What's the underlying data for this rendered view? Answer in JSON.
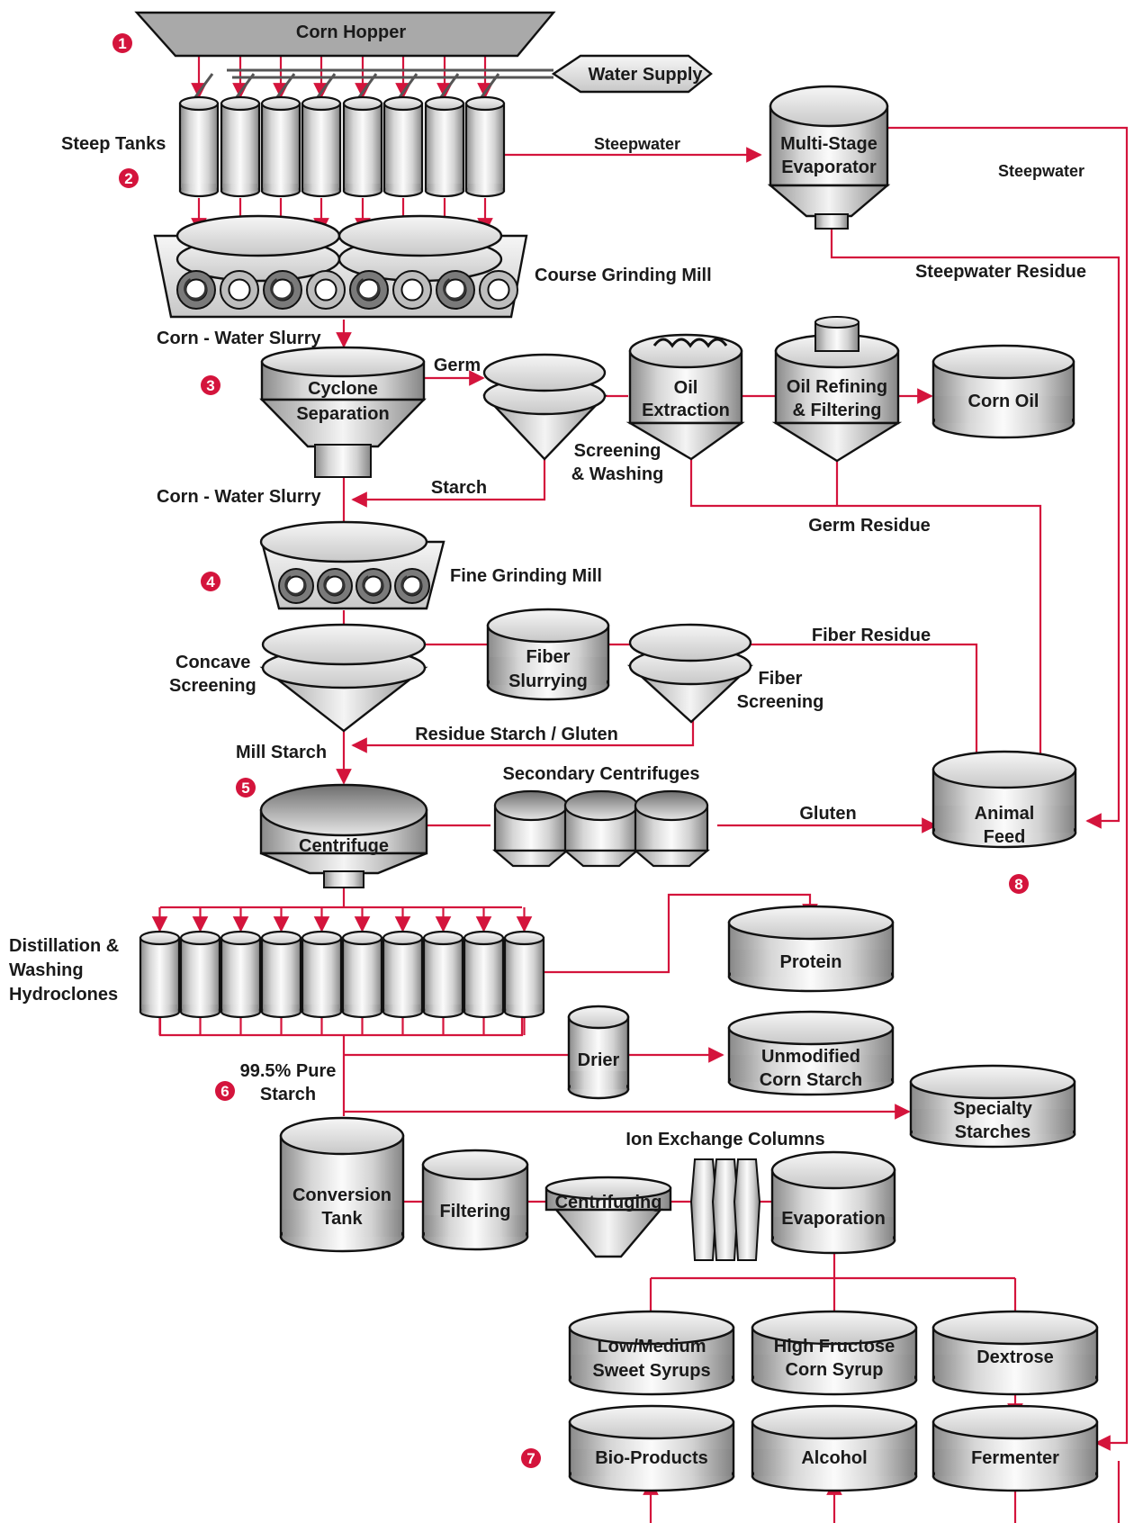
{
  "colors": {
    "flow": "#d4143c",
    "outline": "#111111",
    "equipment_light": "#f4f4f4",
    "equipment_dark": "#8a8a8a",
    "hopper_fill": "#a9a9a9",
    "step_badge": "#d4143c"
  },
  "steps": [
    "1",
    "2",
    "3",
    "4",
    "5",
    "6",
    "7",
    "8"
  ],
  "equipment": {
    "corn_hopper": "Corn Hopper",
    "water_supply": "Water Supply",
    "steep_tanks": "Steep Tanks",
    "evaporator_line1": "Multi-Stage",
    "evaporator_line2": "Evaporator",
    "course_grinding_mill": "Course Grinding Mill",
    "cyclone_line1": "Cyclone",
    "cyclone_line2": "Separation",
    "oil_extraction_line1": "Oil",
    "oil_extraction_line2": "Extraction",
    "oil_refining_line1": "Oil Refining",
    "oil_refining_line2": "& Filtering",
    "corn_oil": "Corn Oil",
    "screening_washing_line1": "Screening",
    "screening_washing_line2": "& Washing",
    "fine_grinding_mill": "Fine Grinding Mill",
    "concave_screening_line1": "Concave",
    "concave_screening_line2": "Screening",
    "fiber_slurrying_line1": "Fiber",
    "fiber_slurrying_line2": "Slurrying",
    "fiber_screening_line1": "Fiber",
    "fiber_screening_line2": "Screening",
    "centrifuge": "Centrifuge",
    "secondary_centrifuges": "Secondary Centrifuges",
    "animal_feed_line1": "Animal",
    "animal_feed_line2": "Feed",
    "hydroclones_line1": "Distillation &",
    "hydroclones_line2": "Washing",
    "hydroclones_line3": "Hydroclones",
    "protein": "Protein",
    "drier": "Drier",
    "unmodified_starch_line1": "Unmodified",
    "unmodified_starch_line2": "Corn Starch",
    "specialty_starches_line1": "Specialty",
    "specialty_starches_line2": "Starches",
    "conversion_tank_line1": "Conversion",
    "conversion_tank_line2": "Tank",
    "filtering": "Filtering",
    "centrifuging": "Centrifuging",
    "ion_exchange_columns": "Ion Exchange Columns",
    "evaporation": "Evaporation",
    "sweet_syrups_line1": "Low/Medium",
    "sweet_syrups_line2": "Sweet Syrups",
    "hfcs_line1": "High Fructose",
    "hfcs_line2": "Corn Syrup",
    "dextrose": "Dextrose",
    "bio_products": "Bio-Products",
    "alcohol": "Alcohol",
    "fermenter": "Fermenter"
  },
  "flows": {
    "steepwater_1": "Steepwater",
    "steepwater_2": "Steepwater",
    "steepwater_residue": "Steepwater Residue",
    "corn_water_slurry_1": "Corn - Water Slurry",
    "germ": "Germ",
    "starch": "Starch",
    "corn_water_slurry_2": "Corn - Water Slurry",
    "germ_residue": "Germ Residue",
    "fiber_residue": "Fiber Residue",
    "residue_starch_gluten": "Residue Starch / Gluten",
    "mill_starch": "Mill Starch",
    "gluten": "Gluten",
    "pure_starch_line1": "99.5% Pure",
    "pure_starch_line2": "Starch"
  }
}
